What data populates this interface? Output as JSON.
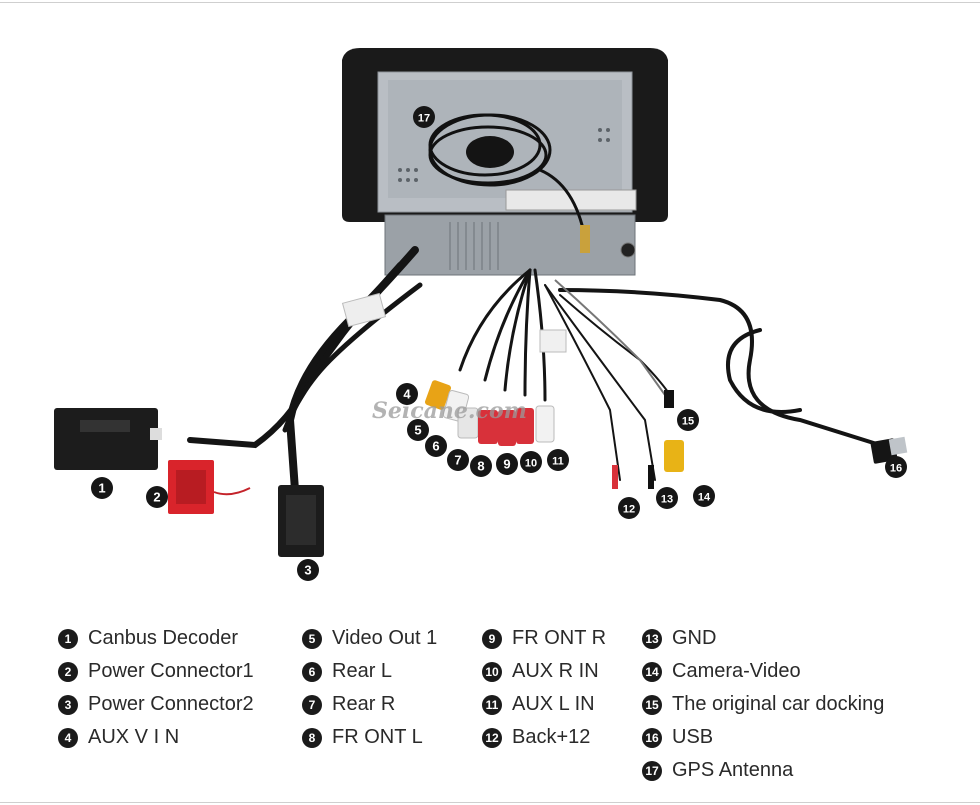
{
  "watermark": "Seicane.com",
  "legend": [
    {
      "num": "1",
      "label": "Canbus Decoder"
    },
    {
      "num": "2",
      "label": "Power Connector1"
    },
    {
      "num": "3",
      "label": "Power Connector2"
    },
    {
      "num": "4",
      "label": "AUX V I N"
    },
    {
      "num": "5",
      "label": "Video Out 1"
    },
    {
      "num": "6",
      "label": "Rear L"
    },
    {
      "num": "7",
      "label": "Rear R"
    },
    {
      "num": "8",
      "label": "FR ONT L"
    },
    {
      "num": "9",
      "label": "FR ONT R"
    },
    {
      "num": "10",
      "label": "AUX R IN"
    },
    {
      "num": "11",
      "label": "AUX L IN"
    },
    {
      "num": "12",
      "label": "Back+12"
    },
    {
      "num": "13",
      "label": "GND"
    },
    {
      "num": "14",
      "label": "Camera-Video"
    },
    {
      "num": "15",
      "label": "The original car docking"
    },
    {
      "num": "16",
      "label": "USB"
    },
    {
      "num": "17",
      "label": "GPS Antenna"
    }
  ],
  "callouts": [
    "1",
    "2",
    "3",
    "4",
    "5",
    "6",
    "7",
    "8",
    "9",
    "10",
    "11",
    "12",
    "13",
    "14",
    "15",
    "16",
    "17"
  ]
}
